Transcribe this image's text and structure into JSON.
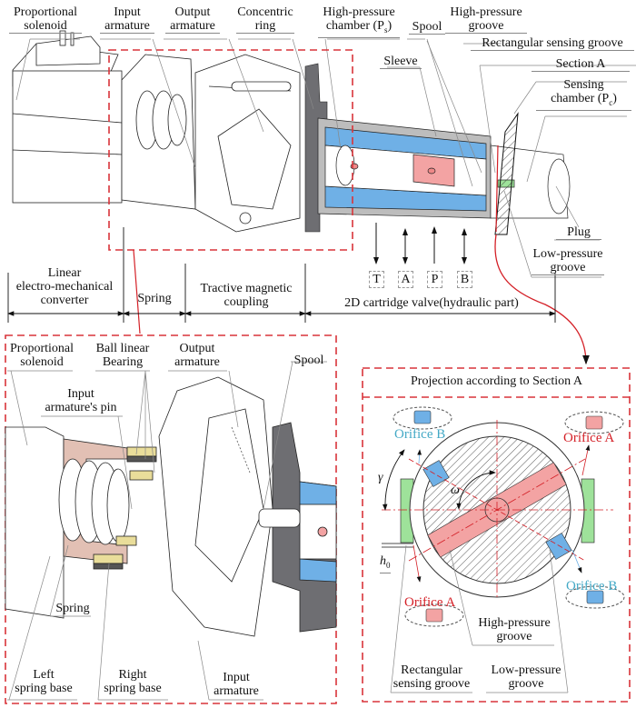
{
  "top_view": {
    "labels": {
      "proportional_solenoid": [
        "Proportional",
        "solenoid"
      ],
      "input_armature": [
        "Input",
        "armature"
      ],
      "output_armature": [
        "Output",
        "armature"
      ],
      "concentric_ring": [
        "Concentric",
        "ring"
      ],
      "high_pressure_chamber": [
        "High-pressure",
        "chamber (P",
        "s",
        ")"
      ],
      "spool": "Spool",
      "high_pressure_groove": [
        "High-pressure",
        "groove"
      ],
      "sleeve": "Sleeve",
      "rectangular_sensing_groove": "Rectangular sensing groove",
      "section_a": "Section A",
      "sensing_chamber": [
        "Sensing",
        "chamber (P",
        "c",
        ")"
      ],
      "plug": "Plug",
      "low_pressure_groove": [
        "Low-pressure",
        "groove"
      ]
    },
    "ports": [
      "T",
      "A",
      "P",
      "B"
    ],
    "port_directions": [
      "out",
      "both",
      "in",
      "both"
    ]
  },
  "dimension_bar": {
    "segments": [
      {
        "label": [
          "Linear",
          "electro-mechanical",
          "converter"
        ]
      },
      {
        "label": [
          "Spring"
        ]
      },
      {
        "label": [
          "Tractive magnetic",
          "coupling"
        ]
      },
      {
        "label": [
          "2D cartridge valve(hydraulic part)"
        ]
      }
    ]
  },
  "detail_view": {
    "labels": {
      "proportional_solenoid": [
        "Proportional",
        "solenoid"
      ],
      "ball_linear_bearing": [
        "Ball linear",
        "Bearing"
      ],
      "input_armature_pin": [
        "Input",
        "armature's pin"
      ],
      "output_armature": [
        "Output",
        "armature"
      ],
      "spool": "Spool",
      "spring": "Spring",
      "left_spring_base": [
        "Left",
        "spring base"
      ],
      "right_spring_base": [
        "Right",
        "spring base"
      ],
      "input_armature": [
        "Input",
        "armature"
      ]
    }
  },
  "section_view": {
    "title": "Projection according to Section A",
    "orifice_a": "Orifice A",
    "orifice_b": "Orifice B",
    "gamma": "γ",
    "omega": "ω",
    "h0": "h",
    "h0_sub": "0",
    "labels": {
      "high_pressure_groove": [
        "High-pressure",
        "groove"
      ],
      "rectangular_sensing_groove": [
        "Rectangular",
        "sensing groove"
      ],
      "low_pressure_groove": [
        "Low-pressure",
        "groove"
      ]
    }
  },
  "colors": {
    "dashed_frame": "#d9343a",
    "oil_blue": "#6fb0e6",
    "spool_pink": "#f3a3a3",
    "sensing_green": "#9ee29a",
    "housing_gray": "#6e6e72",
    "spring_base_tan": "#e2c0b4",
    "bearing_yellow": "#e9dd9a",
    "orifice_a_text": "#d42027",
    "orifice_b_text": "#44a9c6"
  }
}
